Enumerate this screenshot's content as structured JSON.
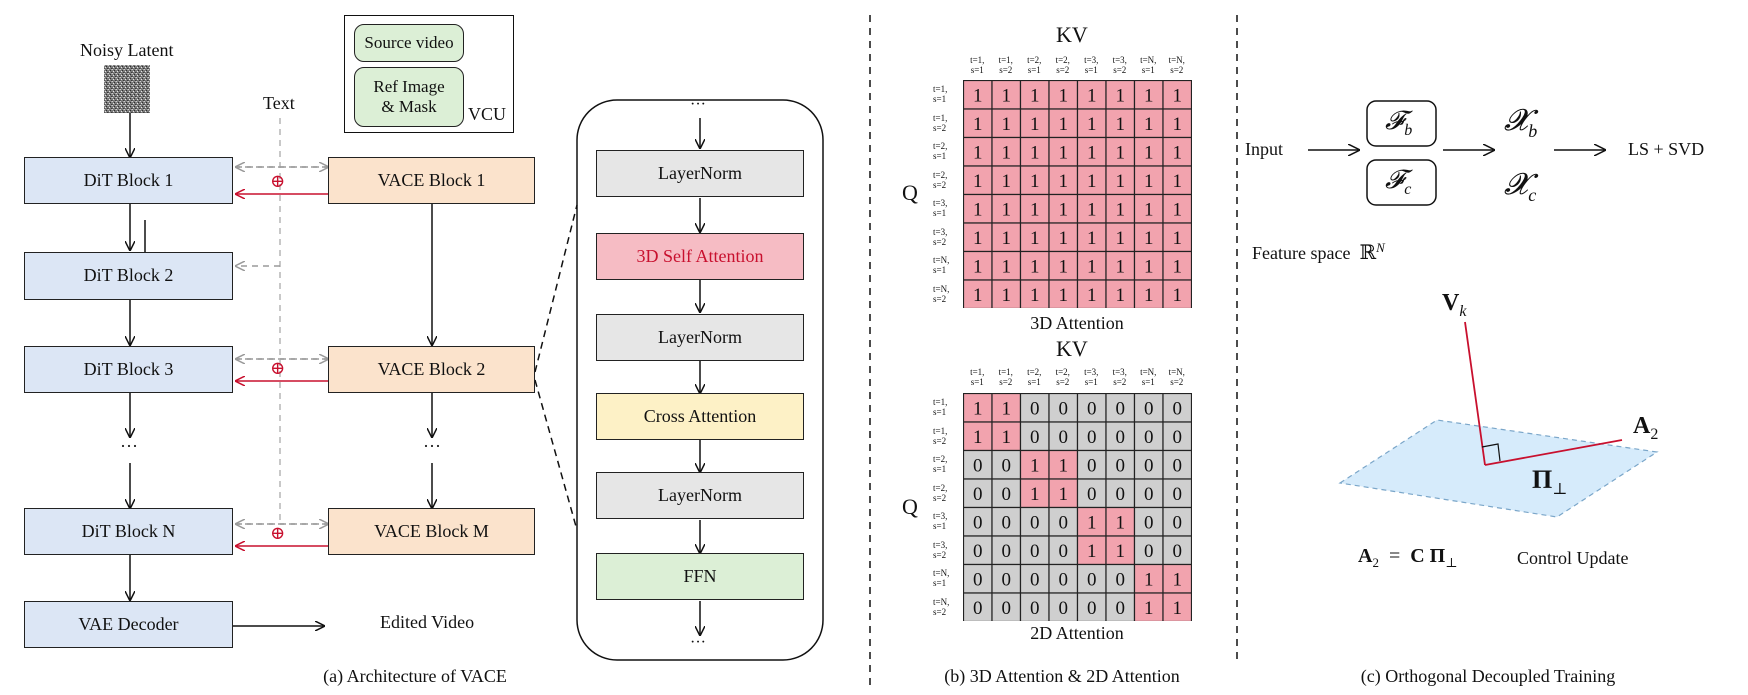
{
  "panel_a": {
    "noisy_latent": "Noisy Latent",
    "text_label": "Text",
    "source_video": "Source video",
    "ref_image_line1": "Ref Image",
    "ref_image_line2": "& Mask",
    "vcu": "VCU",
    "dit_blocks": [
      "DiT Block 1",
      "DiT Block 2",
      "DiT Block 3",
      "···",
      "DiT Block N"
    ],
    "vace_blocks": [
      "VACE Block 1",
      "VACE Block 2",
      "···",
      "VACE Block M"
    ],
    "vae_decoder": "VAE Decoder",
    "edited_video": "Edited Video",
    "add_symbol": "⊕",
    "expanded_block": [
      "···",
      "LayerNorm",
      "3D Self Attention",
      "LayerNorm",
      "Cross Attention",
      "LayerNorm",
      "FFN",
      "···"
    ],
    "caption": "(a) Architecture of VACE"
  },
  "panel_b": {
    "kv_label": "KV",
    "q_label": "Q",
    "col_ticks": [
      "t=1,\ns=1",
      "t=1,\ns=2",
      "t=2,\ns=1",
      "t=2,\ns=2",
      "t=3,\ns=1",
      "t=3,\ns=2",
      "t=N,\ns=1",
      "t=N,\ns=2"
    ],
    "row_ticks": [
      "t=1,\ns=1",
      "t=1,\ns=2",
      "t=2,\ns=1",
      "t=2,\ns=2",
      "t=3,\ns=1",
      "t=3,\ns=2",
      "t=N,\ns=1",
      "t=N,\ns=2"
    ],
    "matrix_3d": [
      [
        1,
        1,
        1,
        1,
        1,
        1,
        1,
        1
      ],
      [
        1,
        1,
        1,
        1,
        1,
        1,
        1,
        1
      ],
      [
        1,
        1,
        1,
        1,
        1,
        1,
        1,
        1
      ],
      [
        1,
        1,
        1,
        1,
        1,
        1,
        1,
        1
      ],
      [
        1,
        1,
        1,
        1,
        1,
        1,
        1,
        1
      ],
      [
        1,
        1,
        1,
        1,
        1,
        1,
        1,
        1
      ],
      [
        1,
        1,
        1,
        1,
        1,
        1,
        1,
        1
      ],
      [
        1,
        1,
        1,
        1,
        1,
        1,
        1,
        1
      ]
    ],
    "matrix_2d": [
      [
        1,
        1,
        0,
        0,
        0,
        0,
        0,
        0
      ],
      [
        1,
        1,
        0,
        0,
        0,
        0,
        0,
        0
      ],
      [
        0,
        0,
        1,
        1,
        0,
        0,
        0,
        0
      ],
      [
        0,
        0,
        1,
        1,
        0,
        0,
        0,
        0
      ],
      [
        0,
        0,
        0,
        0,
        1,
        1,
        0,
        0
      ],
      [
        0,
        0,
        0,
        0,
        1,
        1,
        0,
        0
      ],
      [
        0,
        0,
        0,
        0,
        0,
        0,
        1,
        1
      ],
      [
        0,
        0,
        0,
        0,
        0,
        0,
        1,
        1
      ]
    ],
    "label_3d": "3D Attention",
    "label_2d": "2D Attention",
    "caption": "(b) 3D Attention & 2D Attention"
  },
  "panel_c": {
    "input": "Input",
    "f_b": "𝓕",
    "f_b_sub": "b",
    "f_c": "𝓕",
    "f_c_sub": "c",
    "x_b": "𝓧",
    "x_b_sub": "b",
    "x_c": "𝓧",
    "x_c_sub": "c",
    "ls_svd": "LS + SVD",
    "feature_space": "Feature space",
    "feature_space_symbol": "ℝ",
    "feature_space_sup": "N",
    "v_k": "V",
    "v_k_sub": "k",
    "a2": "A",
    "a2_sub": "2",
    "pi_perp": "Π",
    "pi_perp_sub": "⊥",
    "equation_lhs": "A",
    "equation_lhs_sub": "2",
    "equation_eq": "=",
    "equation_rhs": "C Π",
    "equation_rhs_sub": "⊥",
    "control_update": "Control Update",
    "caption": "(c) Orthogonal Decoupled Training"
  },
  "colors": {
    "dit": "#dce6f5",
    "vace": "#fbe3cc",
    "attention_red": "#c8102e",
    "mask_one": "#f2a3ae",
    "mask_zero": "#cfcfcf",
    "plane": "#d6ebfb",
    "arrow_red": "#c8102e"
  }
}
